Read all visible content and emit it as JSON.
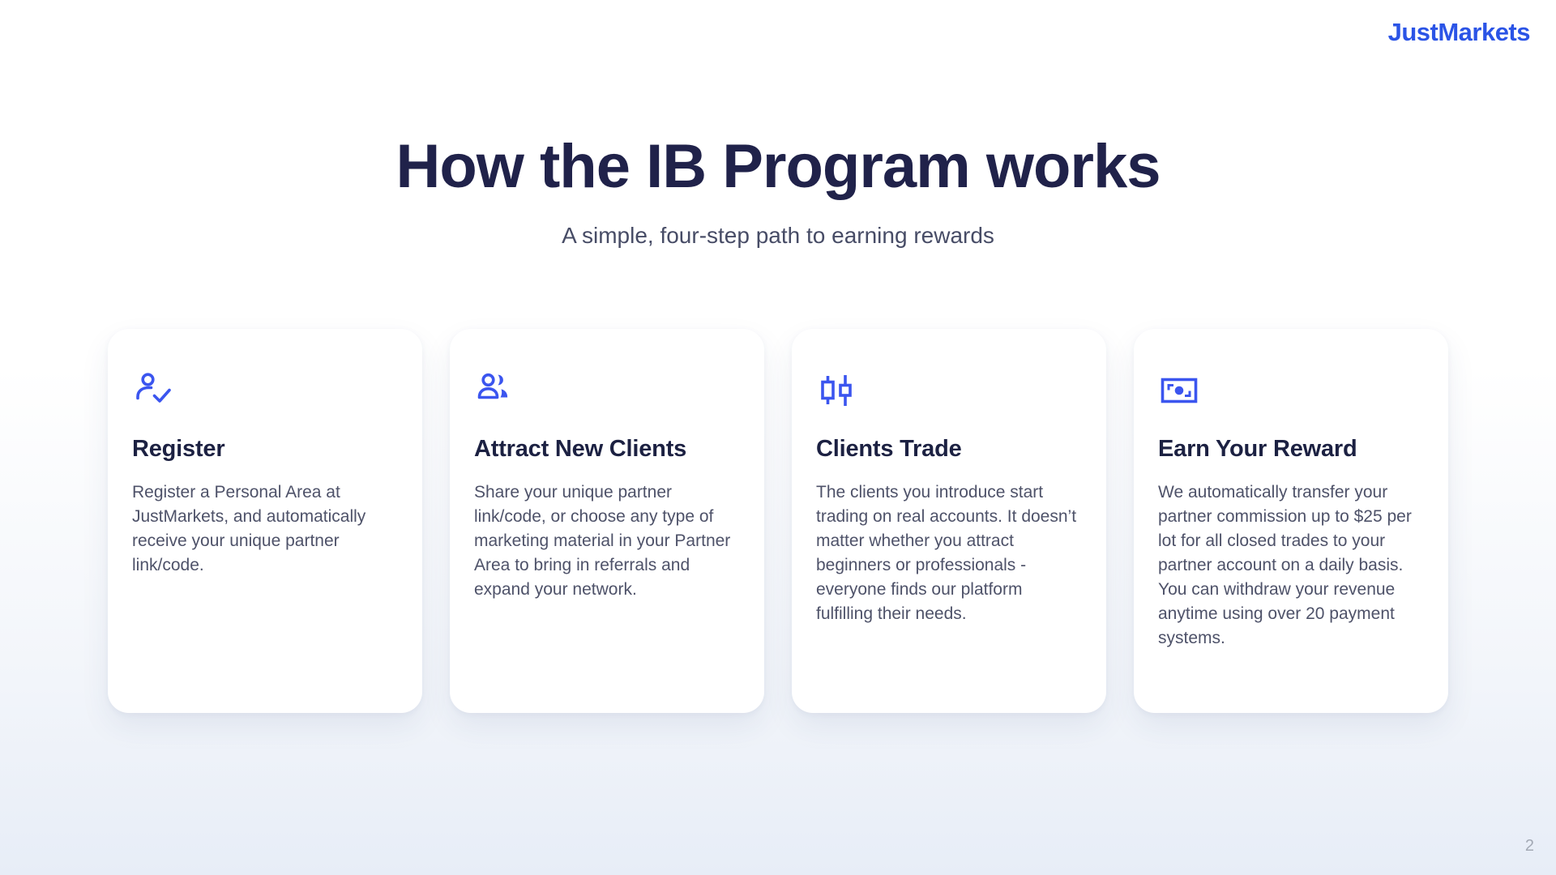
{
  "brand": {
    "logo_text": "JustMarkets",
    "logo_color": "#2B54E6"
  },
  "header": {
    "title": "How the IB Program works",
    "subtitle": "A simple, four-step path to earning rewards"
  },
  "cards": [
    {
      "icon": "user-check-icon",
      "title": "Register",
      "body": "Register a Personal Area at JustMarkets, and automatically receive your unique partner link/code."
    },
    {
      "icon": "users-icon",
      "title": "Attract New Clients",
      "body": "Share your unique partner link/code, or choose any type of marketing material in your Partner Area to bring in referrals and expand your network."
    },
    {
      "icon": "candlestick-chart-icon",
      "title": "Clients Trade",
      "body": "The clients you introduce start trading on real accounts. It doesn’t matter whether you attract beginners or professionals - everyone finds our platform fulfilling their needs."
    },
    {
      "icon": "banknote-icon",
      "title": "Earn Your Reward",
      "body": "We automatically transfer your partner commission up to $25 per lot for all closed trades to your partner account on a daily basis. You can withdraw your revenue anytime using over 20 payment systems."
    }
  ],
  "footer": {
    "page_number": "2"
  },
  "colors": {
    "accent_blue": "#3B55EF",
    "logo_blue": "#2B54E6",
    "title_navy": "#20224A",
    "body_slate": "#4E5269",
    "background_bottom": "#E7EDF7"
  }
}
